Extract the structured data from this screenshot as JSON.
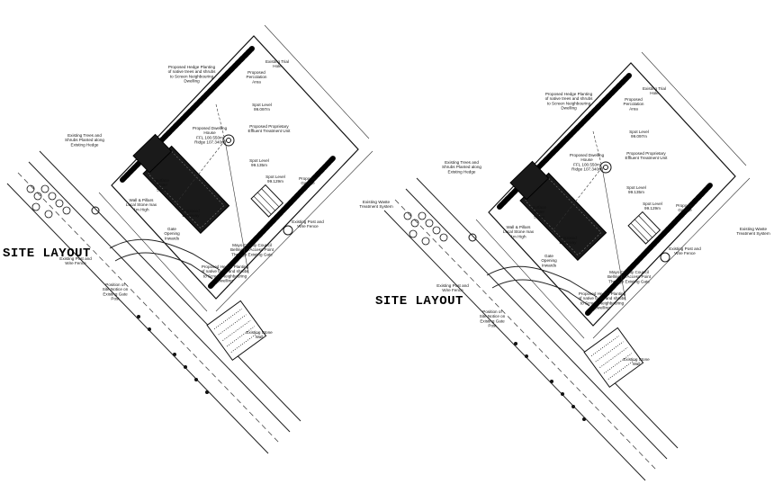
{
  "titles": {
    "left": "SITE LAYOUT",
    "right": "SITE LAYOUT"
  },
  "labels": {
    "hedge_top": [
      "Proposed Hedge Planting",
      "of native trees and shrubs",
      "to Screen Neighbouring",
      "Dwelling"
    ],
    "trial_hole": [
      "Existing Trial",
      "Hole"
    ],
    "percolation": [
      "Proposed",
      "Percolation",
      "Area"
    ],
    "spot_level_1": [
      "Spot Level",
      "99.097m"
    ],
    "proprietary": [
      "Proposed Proprietary",
      "Effluent Treatment Unit"
    ],
    "dwelling": [
      "Proposed Dwelling",
      "House",
      "FFL 100.550m",
      "Ridge 107.340m"
    ],
    "trees_hedge": [
      "Existing Trees and",
      "Shrubs Planted along",
      "Existing Hedge"
    ],
    "water_sump": [
      "Surface",
      "Water",
      "Sump"
    ],
    "spot_level_2": [
      "Spot Level",
      "99.135m"
    ],
    "spot_level_3": [
      "Spot Level",
      "99.129m"
    ],
    "garage": [
      "Proposed",
      "Garage"
    ],
    "waste_system": [
      "Existing Waste",
      "Treatment System"
    ],
    "wall_pillars": [
      "Wall & Pillars",
      "Local Stone max",
      "1m High"
    ],
    "driveway": [
      "Proposed",
      "Driveway"
    ],
    "post_wire_1": [
      "Existing Post and",
      "Wire Fence"
    ],
    "post_wire_2": [
      "Existing Post and",
      "Wire Fence"
    ],
    "gate_opening": [
      "Gate",
      "Opening",
      "Inwards"
    ],
    "access_point": [
      "Mayo County Council",
      "Bellmouth Access Point",
      "Through Existing Gate"
    ],
    "hedge_bottom": [
      "Proposed Hedge Planting",
      "of native trees and shrubs",
      "to Screen Neighbouring",
      "Dwelling"
    ],
    "site_notice": [
      "Position of",
      "Site Notice on",
      "Existing Gate",
      "Post"
    ],
    "stone_wall": [
      "Existing Stone",
      "Wall"
    ]
  }
}
